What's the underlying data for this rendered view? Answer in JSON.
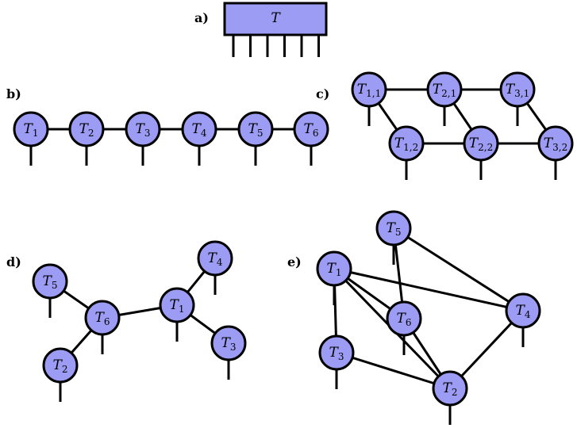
{
  "panels": {
    "a": "a)",
    "b": "b)",
    "c": "c)",
    "d": "d)",
    "e": "e)"
  },
  "tensor": {
    "label": "T",
    "legs": 6
  },
  "chain": {
    "nodes": [
      {
        "base": "T",
        "sub": "1"
      },
      {
        "base": "T",
        "sub": "2"
      },
      {
        "base": "T",
        "sub": "3"
      },
      {
        "base": "T",
        "sub": "4"
      },
      {
        "base": "T",
        "sub": "5"
      },
      {
        "base": "T",
        "sub": "6"
      }
    ],
    "edges": [
      [
        0,
        1
      ],
      [
        1,
        2
      ],
      [
        2,
        3
      ],
      [
        3,
        4
      ],
      [
        4,
        5
      ]
    ]
  },
  "ladder": {
    "nodes": [
      {
        "base": "T",
        "sub": "1,1"
      },
      {
        "base": "T",
        "sub": "2,1"
      },
      {
        "base": "T",
        "sub": "3,1"
      },
      {
        "base": "T",
        "sub": "1,2"
      },
      {
        "base": "T",
        "sub": "2,2"
      },
      {
        "base": "T",
        "sub": "3,2"
      }
    ],
    "edges": [
      [
        0,
        1
      ],
      [
        1,
        2
      ],
      [
        3,
        4
      ],
      [
        4,
        5
      ],
      [
        0,
        3
      ],
      [
        1,
        4
      ],
      [
        2,
        5
      ]
    ]
  },
  "tree": {
    "nodes": [
      {
        "base": "T",
        "sub": "4"
      },
      {
        "base": "T",
        "sub": "5"
      },
      {
        "base": "T",
        "sub": "1"
      },
      {
        "base": "T",
        "sub": "6"
      },
      {
        "base": "T",
        "sub": "3"
      },
      {
        "base": "T",
        "sub": "2"
      }
    ],
    "edges": [
      [
        1,
        3
      ],
      [
        3,
        2
      ],
      [
        0,
        2
      ],
      [
        2,
        4
      ],
      [
        3,
        5
      ]
    ]
  },
  "graph": {
    "nodes": [
      {
        "base": "T",
        "sub": "5"
      },
      {
        "base": "T",
        "sub": "1"
      },
      {
        "base": "T",
        "sub": "6"
      },
      {
        "base": "T",
        "sub": "4"
      },
      {
        "base": "T",
        "sub": "3"
      },
      {
        "base": "T",
        "sub": "2"
      }
    ],
    "edges": [
      [
        1,
        4
      ],
      [
        1,
        2
      ],
      [
        1,
        3
      ],
      [
        0,
        2
      ],
      [
        0,
        3
      ],
      [
        2,
        5
      ],
      [
        4,
        5
      ],
      [
        5,
        3
      ],
      [
        1,
        5
      ]
    ]
  }
}
